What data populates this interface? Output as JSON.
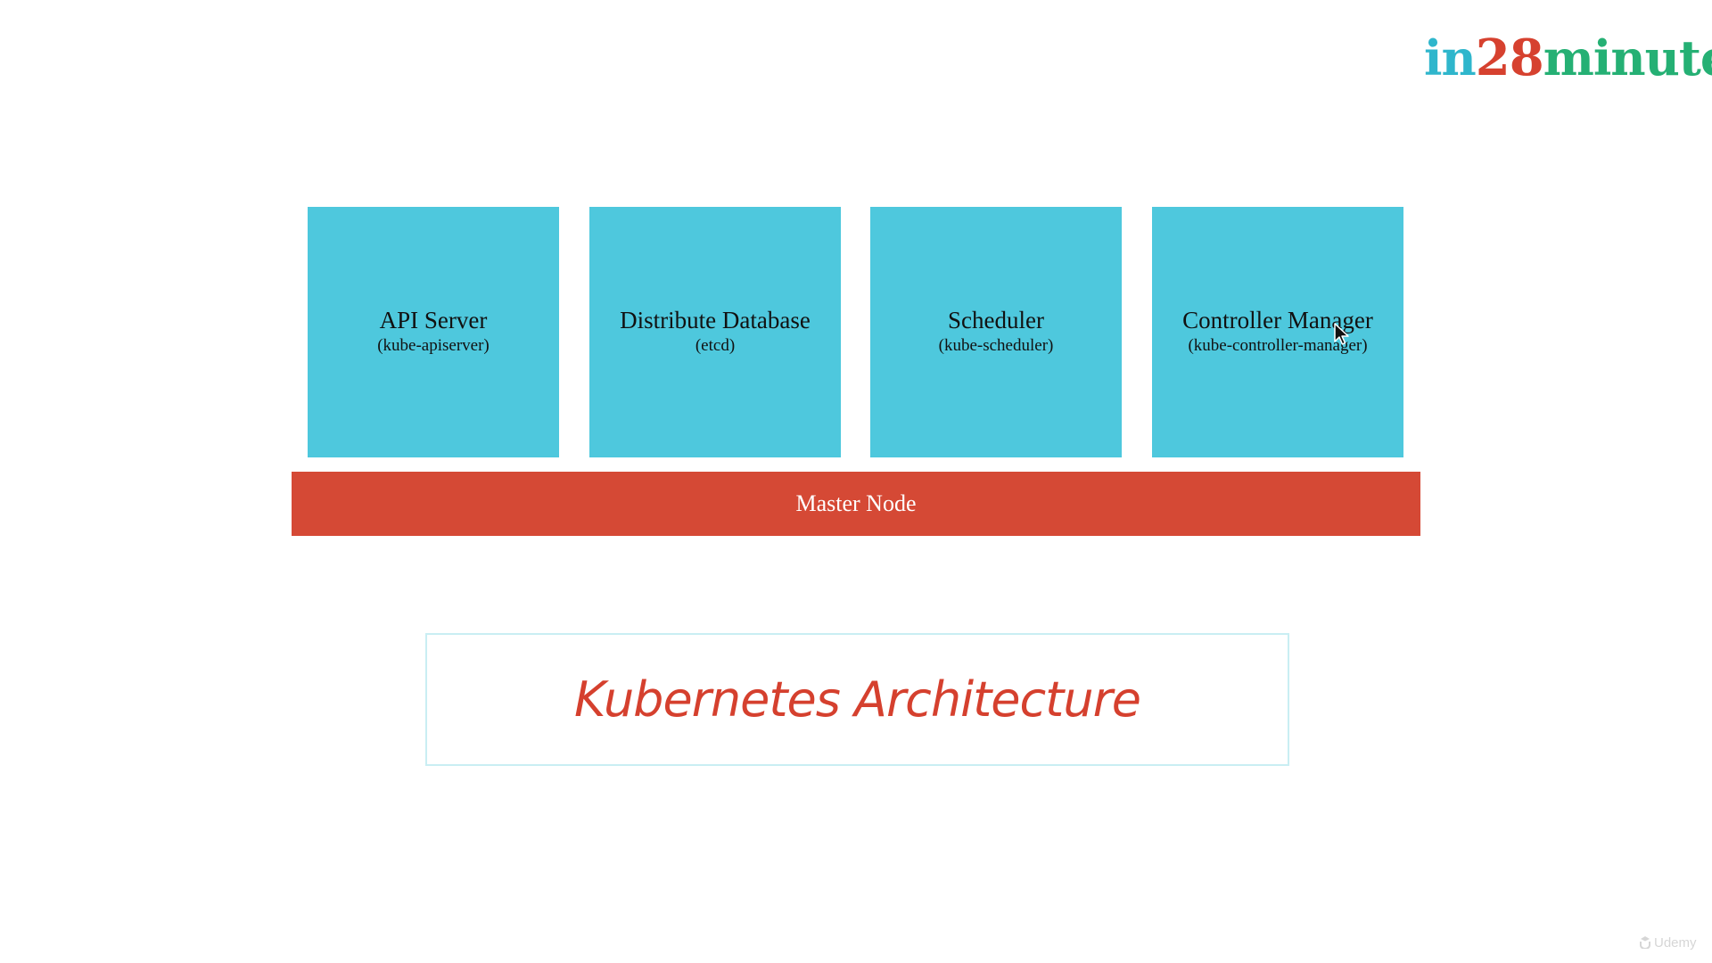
{
  "logo": {
    "part1": "in",
    "part2": "28",
    "part3": "minutes"
  },
  "components": [
    {
      "title": "API Server",
      "subtitle": "(kube-apiserver)"
    },
    {
      "title": "Distribute Database",
      "subtitle": "(etcd)"
    },
    {
      "title": "Scheduler",
      "subtitle": "(kube-scheduler)"
    },
    {
      "title": "Controller Manager",
      "subtitle": "(kube-controller-manager)"
    }
  ],
  "master_node": {
    "label": "Master Node"
  },
  "caption": {
    "text": "Kubernetes Architecture"
  },
  "watermark": {
    "text": "Udemy",
    "icon": "udemy-logo-icon"
  },
  "cursor": {
    "icon": "mouse-pointer-icon"
  },
  "colors": {
    "component_fill": "#4ec8dd",
    "master_fill": "#d54935",
    "caption_text": "#d5402e",
    "caption_border": "#c9eef3",
    "logo_in": "#2fb6cc",
    "logo_28": "#d6412f",
    "logo_minutes": "#25b074"
  }
}
